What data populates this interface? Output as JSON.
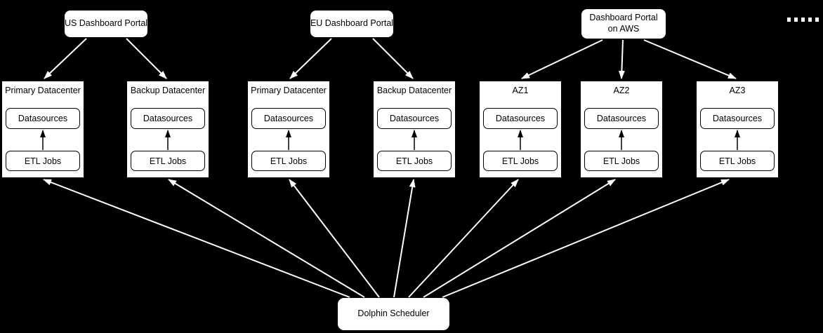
{
  "diagram": {
    "portals": [
      {
        "label": "US Dashboard Portal"
      },
      {
        "label": "EU Dashboard Portal"
      },
      {
        "label": "Dashboard Portal on AWS"
      }
    ],
    "datacenters": [
      {
        "title": "Primary Datacenter",
        "datasources": "Datasources",
        "etl": "ETL Jobs"
      },
      {
        "title": "Backup Datacenter",
        "datasources": "Datasources",
        "etl": "ETL Jobs"
      },
      {
        "title": "Primary Datacenter",
        "datasources": "Datasources",
        "etl": "ETL Jobs"
      },
      {
        "title": "Backup Datacenter",
        "datasources": "Datasources",
        "etl": "ETL Jobs"
      },
      {
        "title": "AZ1",
        "datasources": "Datasources",
        "etl": "ETL Jobs"
      },
      {
        "title": "AZ2",
        "datasources": "Datasources",
        "etl": "ETL Jobs"
      },
      {
        "title": "AZ3",
        "datasources": "Datasources",
        "etl": "ETL Jobs"
      }
    ],
    "scheduler": {
      "label": "Dolphin Scheduler"
    },
    "more_indicator": {
      "icon": "square-dots-ellipsis",
      "count": 5
    },
    "colors": {
      "background": "#000000",
      "node_fill": "#ffffff",
      "node_text": "#000000",
      "edge": "#ffffff",
      "inner_edge": "#000000"
    },
    "edges": [
      {
        "from": "US Dashboard Portal",
        "to": "Primary Datacenter (1)"
      },
      {
        "from": "US Dashboard Portal",
        "to": "Backup Datacenter (2)"
      },
      {
        "from": "EU Dashboard Portal",
        "to": "Primary Datacenter (3)"
      },
      {
        "from": "EU Dashboard Portal",
        "to": "Backup Datacenter (4)"
      },
      {
        "from": "Dashboard Portal on AWS",
        "to": "AZ1"
      },
      {
        "from": "Dashboard Portal on AWS",
        "to": "AZ2"
      },
      {
        "from": "Dashboard Portal on AWS",
        "to": "AZ3"
      },
      {
        "from": "Dolphin Scheduler",
        "to": "ETL Jobs (all 7 datacenters)"
      },
      {
        "from": "ETL Jobs",
        "to": "Datasources (inside each datacenter)"
      }
    ]
  }
}
